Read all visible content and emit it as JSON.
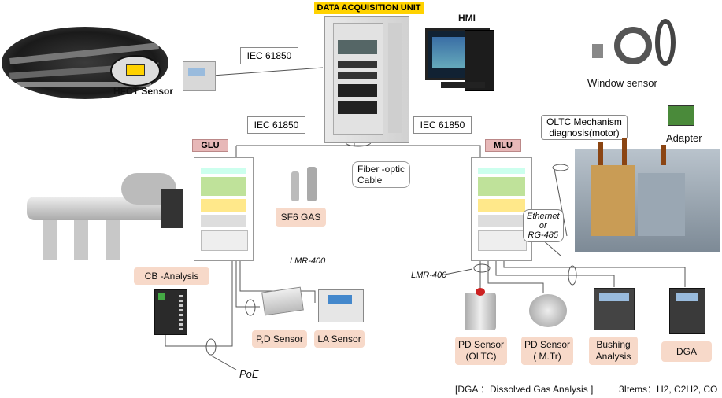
{
  "title": "DATA ACQUISITION UNIT",
  "hmi": "HMI",
  "protocols": {
    "left_top": "IEC 61850",
    "glu_link": "IEC 61850",
    "mlu_link": "IEC 61850"
  },
  "fiber": "Fiber -optic\nCable",
  "units": {
    "glu": "GLU",
    "mlu": "MLU"
  },
  "sensors": {
    "hfct": "HFCT Sensor",
    "window": "Window sensor",
    "adapter": "Adapter",
    "oltc_mech": "OLTC Mechanism\ndiagnosis(motor)",
    "sf6": "SF6 GAS",
    "cb": "CB -Analysis",
    "pd": "P,D Sensor",
    "la": "LA Sensor",
    "pd_oltc": "PD Sensor\n(OLTC)",
    "pd_mtr": "PD Sensor\n( M.Tr)",
    "bushing": "Bushing\nAnalysis",
    "dga": "DGA"
  },
  "links": {
    "lmr_left": "LMR-400",
    "lmr_right": "LMR-400",
    "poe": "PoE",
    "ethernet": "Ethernet\nor\nRG-485"
  },
  "footer": {
    "dga_note": "[DGA ：Dissolved Gas Analysis ]",
    "items": "3Items：H2, C2H2, CO"
  },
  "colors": {
    "accent_yellow": "#ffd200",
    "pink_label": "#f7d9c9",
    "unit_tag": "#e7b8b8"
  }
}
